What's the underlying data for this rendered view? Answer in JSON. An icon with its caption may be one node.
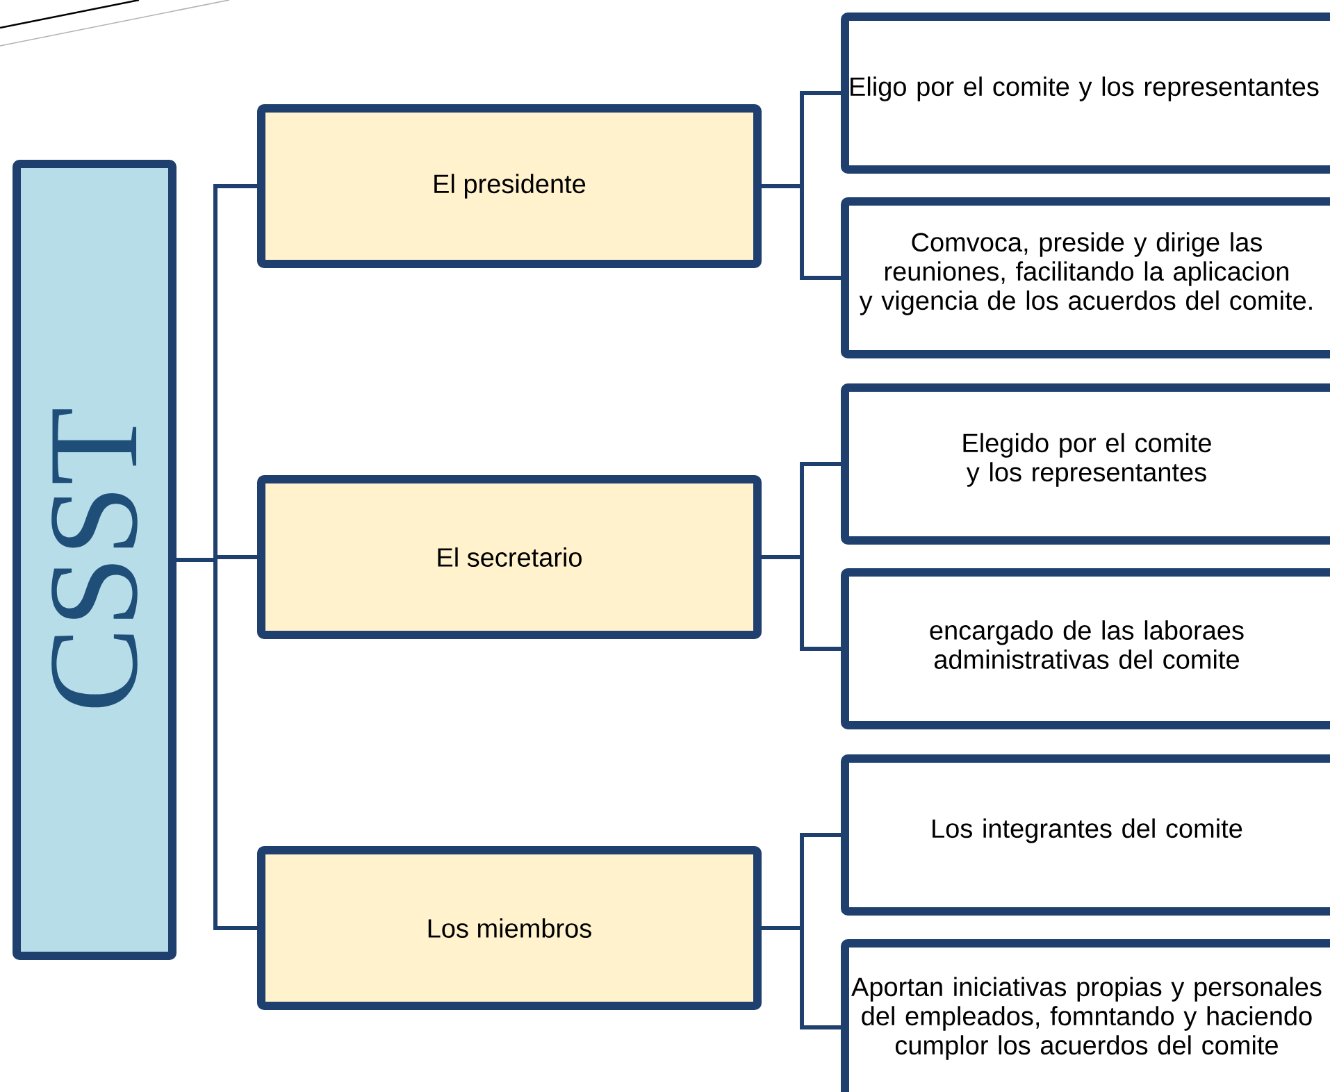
{
  "diagram": {
    "nodes": [
      {
        "text": [
          "CSST"
        ]
      },
      {
        "text": [
          "El presidente"
        ]
      },
      {
        "text": [
          "El secretario"
        ]
      },
      {
        "text": [
          "Los miembros"
        ]
      },
      {
        "text": [
          "Eligo por el comite y los representantes"
        ]
      },
      {
        "text": [
          "Comvoca, preside y dirige las reuniones, facilitando la aplicacion y vigencia de los acuerdos del comite."
        ]
      },
      {
        "text": [
          "Elegido por el comite y los representantes"
        ]
      },
      {
        "text": [
          "encargado de las laboraes administrativas del comite"
        ]
      },
      {
        "text": [
          "Los integrantes del comite"
        ]
      },
      {
        "text": [
          "Aportan iniciativas propias y personales del empleados, fomntando y haciendo cumplor los acuerdos del comite"
        ]
      }
    ],
    "edges": [
      {
        "from": 0,
        "to": 1,
        "arrow": "none"
      },
      {
        "from": 0,
        "to": 2,
        "arrow": "none"
      },
      {
        "from": 0,
        "to": 3,
        "arrow": "none"
      },
      {
        "from": 1,
        "to": 4,
        "arrow": "none"
      },
      {
        "from": 1,
        "to": 5,
        "arrow": "none"
      },
      {
        "from": 2,
        "to": 6,
        "arrow": "none"
      },
      {
        "from": 2,
        "to": 7,
        "arrow": "none"
      },
      {
        "from": 3,
        "to": 8,
        "arrow": "none"
      },
      {
        "from": 3,
        "to": 9,
        "arrow": "none"
      }
    ]
  }
}
